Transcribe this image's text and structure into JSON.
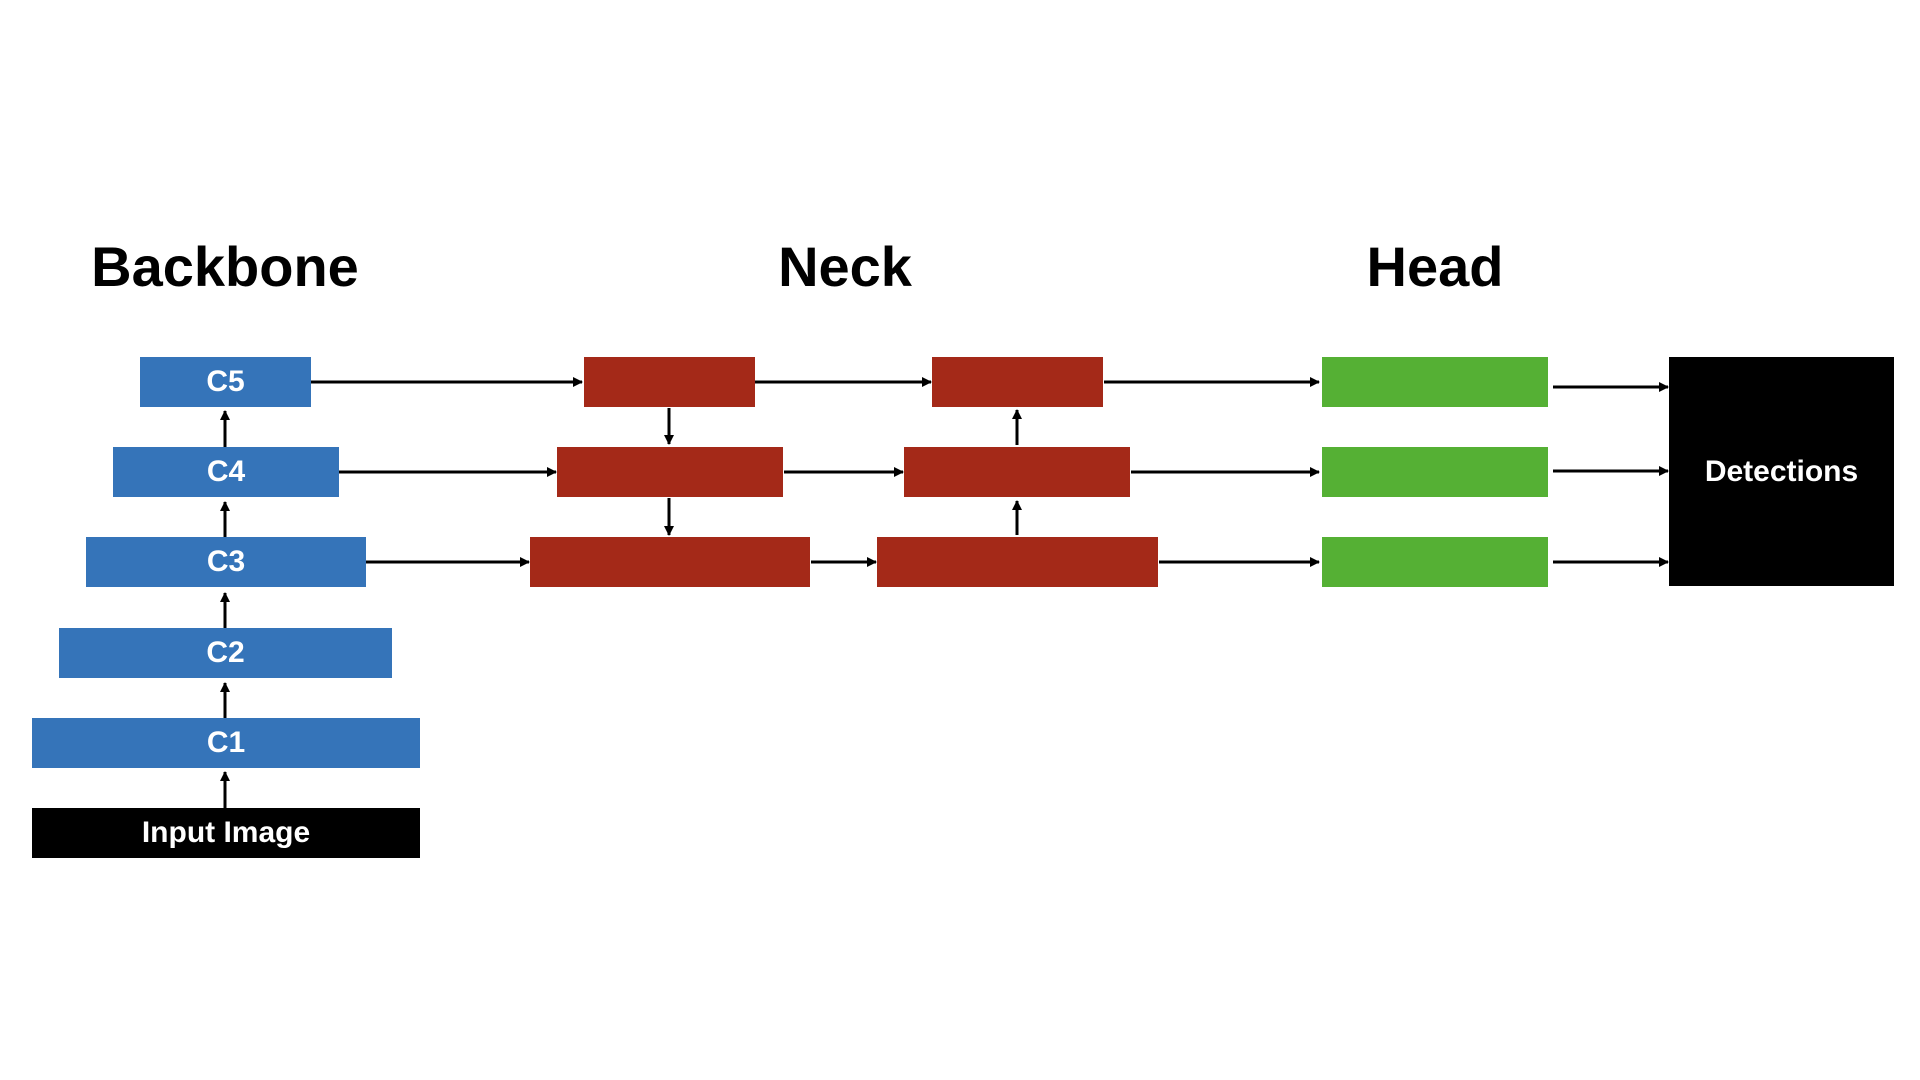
{
  "sections": {
    "backbone": "Backbone",
    "neck": "Neck",
    "head": "Head"
  },
  "backbone": {
    "levels": [
      "C5",
      "C4",
      "C3",
      "C2",
      "C1"
    ],
    "input": "Input Image"
  },
  "neck": {
    "top_down_blocks": 3,
    "bottom_up_blocks": 3
  },
  "head": {
    "blocks": 3
  },
  "output": "Detections",
  "colors": {
    "backbone": "#3574b9",
    "neck": "#a42918",
    "head": "#55b034",
    "terminal": "#000000",
    "arrow": "#000000"
  }
}
